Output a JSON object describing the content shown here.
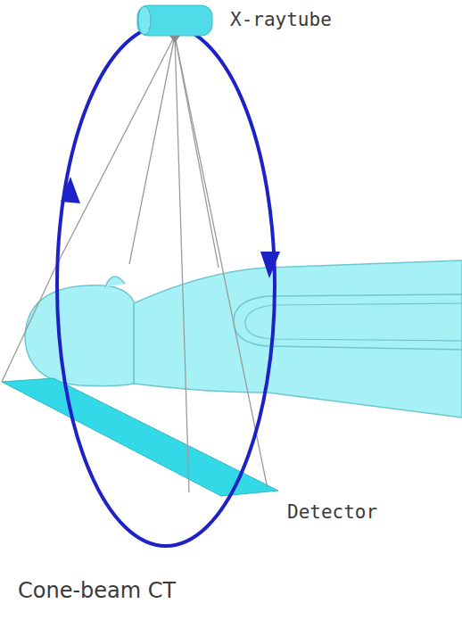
{
  "diagram": {
    "caption": "Cone-beam CT",
    "labels": [
      "X-raytube",
      "Detector"
    ]
  }
}
